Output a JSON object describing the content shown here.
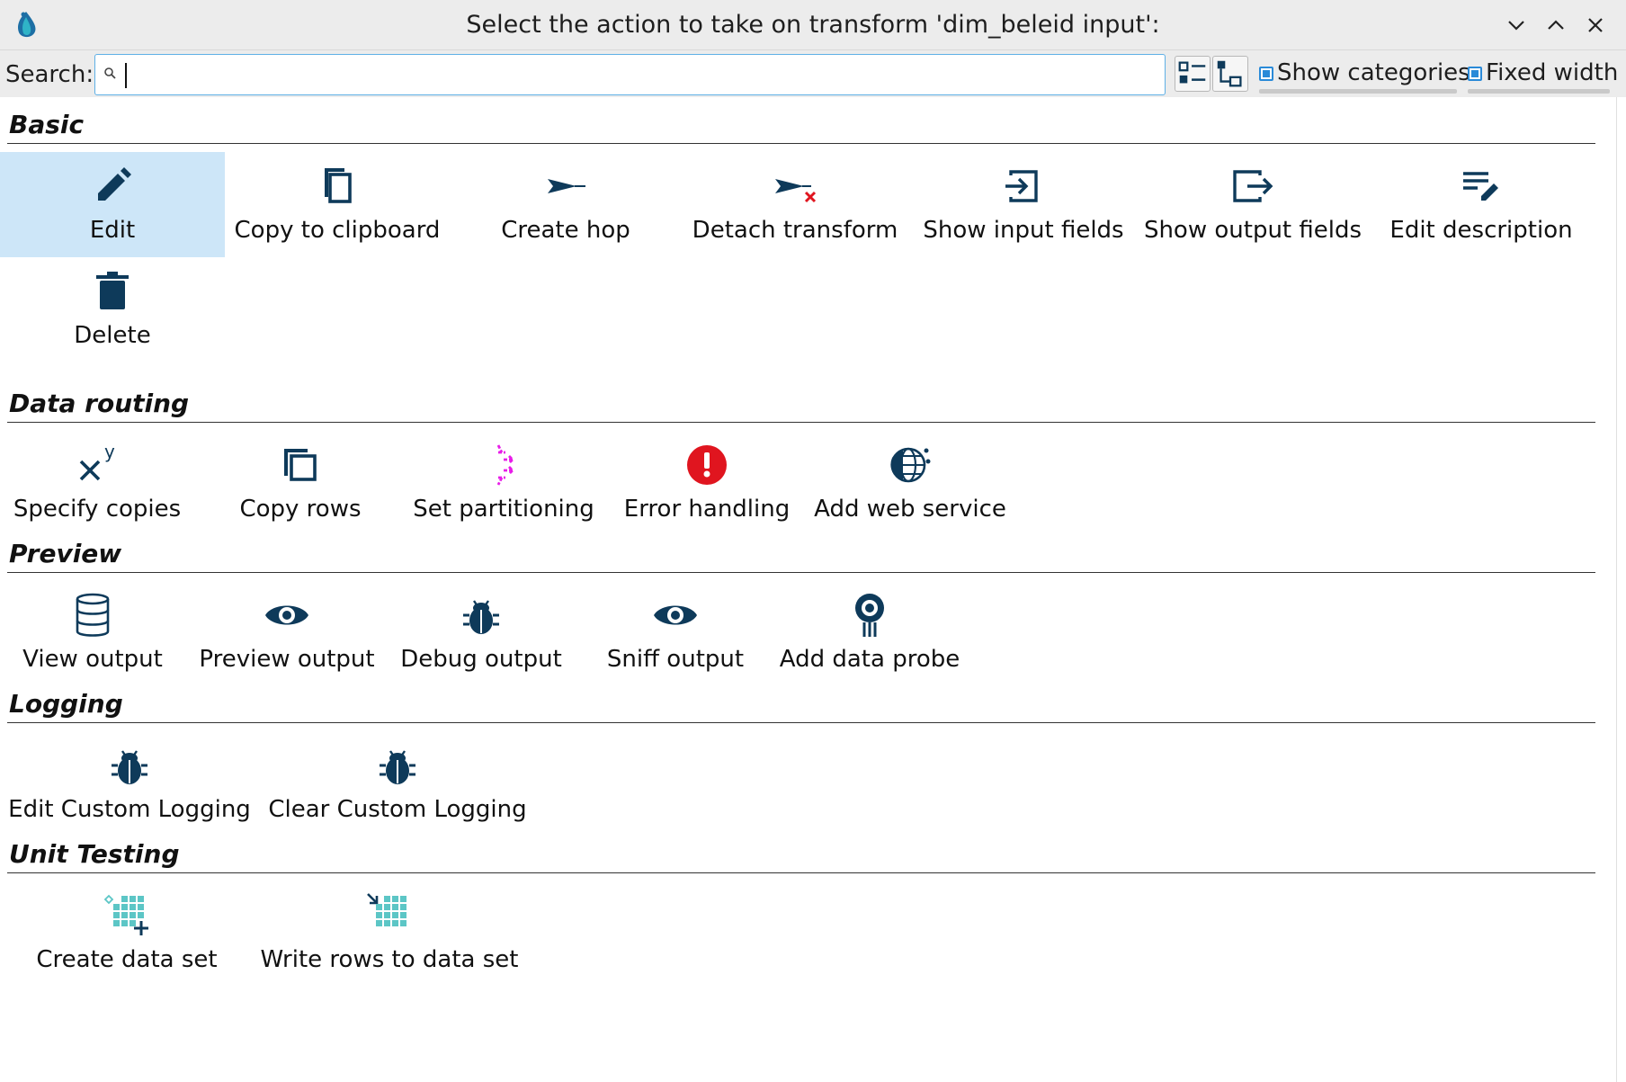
{
  "window": {
    "title": "Select the action to take on transform 'dim_beleid input':",
    "logo_icon": "hop-logo-icon",
    "controls": [
      "minimize",
      "maximize",
      "close"
    ]
  },
  "search": {
    "label": "Search:",
    "value": "",
    "placeholder": "",
    "show_categories_label": "Show categories",
    "show_categories_checked": true,
    "fixed_width_label": "Fixed width",
    "fixed_width_checked": true
  },
  "categories": [
    {
      "title": "Basic",
      "actions": [
        {
          "label": "Edit",
          "icon": "pencil-icon",
          "selected": true
        },
        {
          "label": "Copy to clipboard",
          "icon": "copy-icon"
        },
        {
          "label": "Create hop",
          "icon": "arrow-hop-icon"
        },
        {
          "label": "Detach transform",
          "icon": "detach-icon"
        },
        {
          "label": "Show input fields",
          "icon": "login-icon"
        },
        {
          "label": "Show output fields",
          "icon": "logout-icon"
        },
        {
          "label": "Edit description",
          "icon": "edit-note-icon"
        },
        {
          "label": "Delete",
          "icon": "trash-icon"
        }
      ]
    },
    {
      "title": "Data routing",
      "actions": [
        {
          "label": "Specify copies",
          "icon": "x-power-icon"
        },
        {
          "label": "Copy rows",
          "icon": "copy-rows-icon"
        },
        {
          "label": "Set partitioning",
          "icon": "partition-icon"
        },
        {
          "label": "Error handling",
          "icon": "error-icon"
        },
        {
          "label": "Add web service",
          "icon": "web-service-icon"
        }
      ]
    },
    {
      "title": "Preview",
      "actions": [
        {
          "label": "View output",
          "icon": "database-icon"
        },
        {
          "label": "Preview output",
          "icon": "eye-icon"
        },
        {
          "label": "Debug output",
          "icon": "bug-icon"
        },
        {
          "label": "Sniff output",
          "icon": "eye-icon"
        },
        {
          "label": "Add data probe",
          "icon": "probe-icon"
        }
      ]
    },
    {
      "title": "Logging",
      "actions": [
        {
          "label": "Edit Custom Logging",
          "icon": "bug-icon"
        },
        {
          "label": "Clear Custom Logging",
          "icon": "bug-icon"
        }
      ]
    },
    {
      "title": "Unit Testing",
      "actions": [
        {
          "label": "Create data set",
          "icon": "create-dataset-icon"
        },
        {
          "label": "Write rows to data set",
          "icon": "write-dataset-icon"
        }
      ]
    }
  ],
  "colors": {
    "icon": "#0e3a5a",
    "selected_bg": "#cde6f8",
    "accent": "#2a8ad8",
    "error": "#e0151f",
    "partition": "#e81ce8",
    "dataset": "#5cc6c6"
  }
}
